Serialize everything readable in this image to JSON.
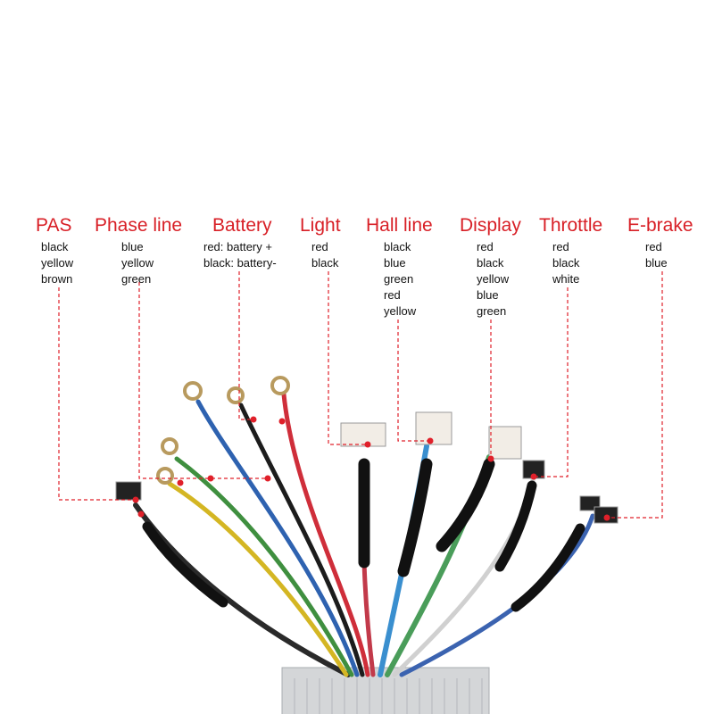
{
  "colors": {
    "label_red": "#d81f26",
    "leader_red": "#e0202a",
    "controller": "#d4d6d8"
  },
  "groups": [
    {
      "id": "pas",
      "title": "PAS",
      "wires": [
        "black",
        "yellow",
        "brown"
      ]
    },
    {
      "id": "phase",
      "title": "Phase line",
      "wires": [
        "blue",
        "yellow",
        "green"
      ]
    },
    {
      "id": "battery",
      "title": "Battery",
      "wires": [
        "red: battery +",
        "black: battery-"
      ]
    },
    {
      "id": "light",
      "title": "Light",
      "wires": [
        "red",
        "black"
      ]
    },
    {
      "id": "hall",
      "title": "Hall line",
      "wires": [
        "black",
        "blue",
        "green",
        "red",
        "yellow"
      ]
    },
    {
      "id": "display",
      "title": "Display",
      "wires": [
        "red",
        "black",
        "yellow",
        "blue",
        "green"
      ]
    },
    {
      "id": "throttle",
      "title": "Throttle",
      "wires": [
        "red",
        "black",
        "white"
      ]
    },
    {
      "id": "ebrake",
      "title": "E-brake",
      "wires": [
        "red",
        "blue"
      ]
    }
  ]
}
